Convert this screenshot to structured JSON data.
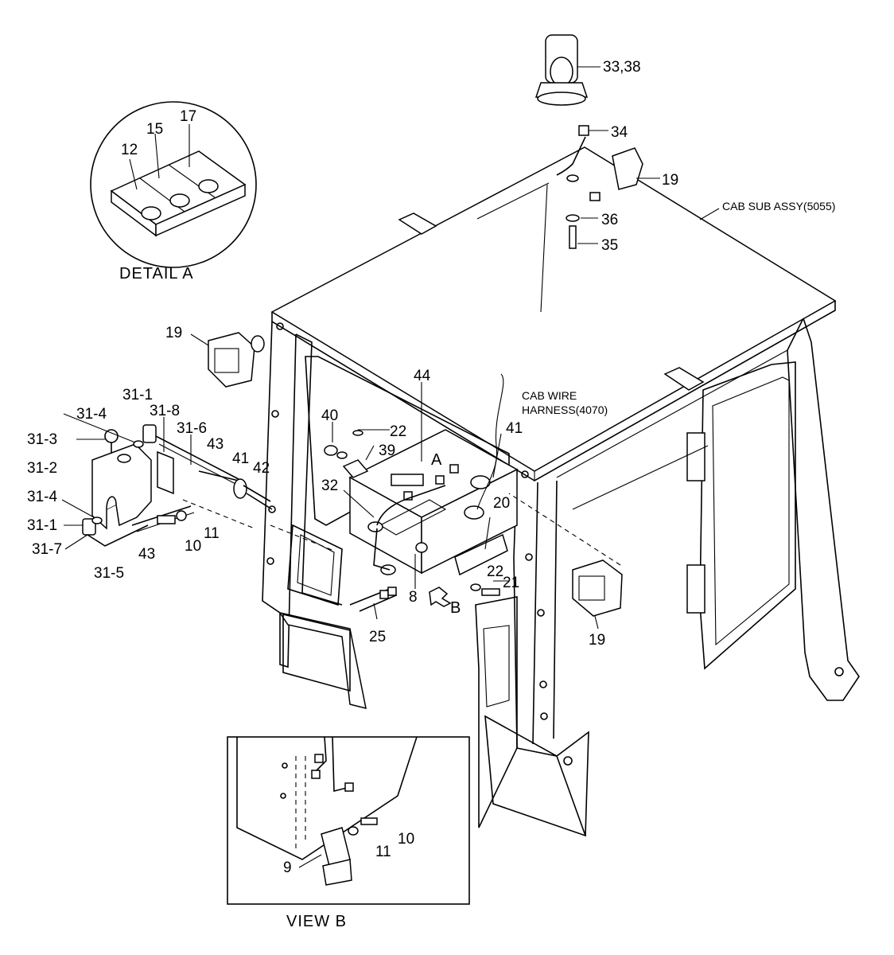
{
  "labels": {
    "beacon": "33,38",
    "p34": "34",
    "p19_top": "19",
    "cab_sub_assy": "CAB SUB ASSY(5055)",
    "p36": "36",
    "p35": "35",
    "p17": "17",
    "p15": "15",
    "p12": "12",
    "detail_a": "DETAIL  A",
    "p19_left": "19",
    "p44": "44",
    "cab_wire_1": "CAB WIRE",
    "cab_wire_2": "HARNESS(4070)",
    "p40": "40",
    "p22_top": "22",
    "p39": "39",
    "letter_a": "A",
    "p41_right": "41",
    "p32": "32",
    "p20": "20",
    "p22_mid": "22",
    "p21": "21",
    "p8": "8",
    "letter_b": "B",
    "p25": "25",
    "p19_right": "19",
    "p31_1_top": "31-1",
    "p31_4_top": "31-4",
    "p31_8": "31-8",
    "p31_6": "31-6",
    "p31_3": "31-3",
    "p43_top": "43",
    "p41_left": "41",
    "p42": "42",
    "p31_2": "31-2",
    "p31_4_bot": "31-4",
    "p31_1_bot": "31-1",
    "p31_7": "31-7",
    "p31_5": "31-5",
    "p43_bot": "43",
    "p10_left": "10",
    "p11_left": "11",
    "p10_view": "10",
    "p11_view": "11",
    "p9": "9",
    "view_b": "VIEW  B"
  }
}
